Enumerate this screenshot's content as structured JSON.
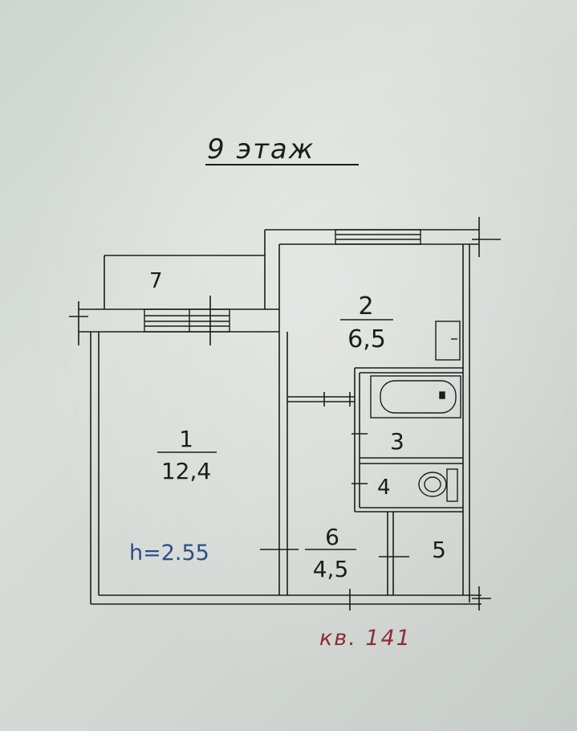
{
  "floor_title": "9 этаж",
  "height_label": "h=2.55",
  "apartment_label": "кв. 141",
  "rooms": [
    {
      "id": "1",
      "number": "1",
      "area": "12,4"
    },
    {
      "id": "2",
      "number": "2",
      "area": "6,5"
    },
    {
      "id": "3",
      "number": "3",
      "area": ""
    },
    {
      "id": "4",
      "number": "4",
      "area": ""
    },
    {
      "id": "5",
      "number": "5",
      "area": ""
    },
    {
      "id": "6",
      "number": "6",
      "area": "4,5"
    },
    {
      "id": "7",
      "number": "7",
      "area": ""
    }
  ],
  "colors": {
    "ink": "#1c1c1c",
    "blue_ink": "#2b4f86",
    "red_ink": "#8e2b35",
    "paper": "#d5dbd6"
  }
}
